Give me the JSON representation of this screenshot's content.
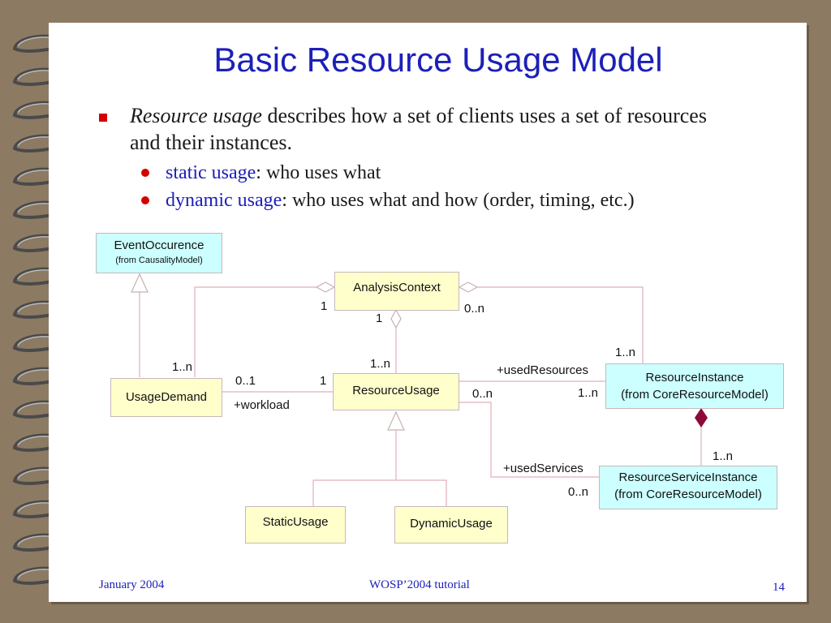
{
  "slide": {
    "title": "Basic Resource Usage Model",
    "bullet": {
      "italic": "Resource usage",
      "rest": " describes how a set of clients uses a set of resources and their instances."
    },
    "subbullets": [
      {
        "term": "static usage",
        "rest": ": who uses what"
      },
      {
        "term": "dynamic usage",
        "rest": ": who uses what and how (order, timing, etc.)"
      }
    ],
    "footer": {
      "date": "January 2004",
      "event": "WOSP’2004 tutorial",
      "page": "14"
    }
  },
  "diagram": {
    "classes": {
      "event_occurence": {
        "name": "EventOccurence",
        "from": "(from CausalityModel)"
      },
      "analysis_context": {
        "name": "AnalysisContext"
      },
      "usage_demand": {
        "name": "UsageDemand"
      },
      "resource_usage": {
        "name": "ResourceUsage"
      },
      "resource_instance": {
        "name": "ResourceInstance",
        "from": "(from CoreResourceModel)"
      },
      "resource_service_instance": {
        "name": "ResourceServiceInstance",
        "from": "(from CoreResourceModel)"
      },
      "static_usage": {
        "name": "StaticUsage"
      },
      "dynamic_usage": {
        "name": "DynamicUsage"
      }
    },
    "labels": {
      "ac_left_mult": "1",
      "ac_right_mult": "0..n",
      "ac_bottom_mult": "1",
      "ru_top_mult": "1..n",
      "ud_top_mult": "1..n",
      "ud_ru_mult_ud": "0..1",
      "ud_ru_mult_ru": "1",
      "workload": "+workload",
      "used_resources": "+usedResources",
      "ru_res_mult": "0..n",
      "ri_left_mult": "1..n",
      "ri_top_mult": "1..n",
      "rsi_top_mult": "1..n",
      "used_services": "+usedServices",
      "rsi_left_mult": "0..n"
    }
  },
  "colors": {
    "title": "#1c20b8",
    "bullet_marker": "#d40000",
    "class_fill": "#ffffcc",
    "external_class_fill": "#ccffff",
    "composition": "#8b0a3a"
  }
}
